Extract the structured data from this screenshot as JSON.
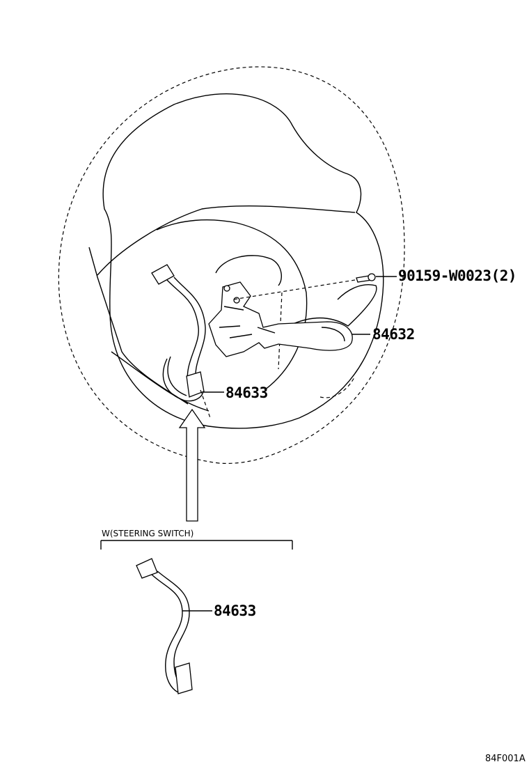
{
  "diagram": {
    "callouts": {
      "bolt": "90159-W0023(2)",
      "switch": "84632",
      "wire_upper": "84633",
      "wire_lower": "84633"
    },
    "group_label": "W(STEERING SWITCH)",
    "figure_code": "84F001A"
  }
}
